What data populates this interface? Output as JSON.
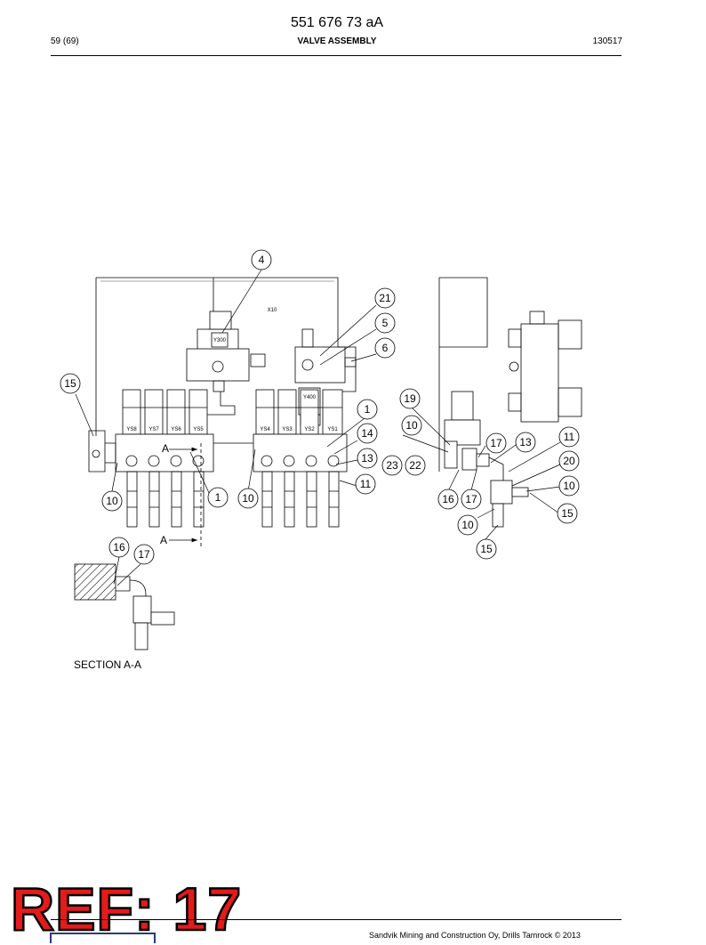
{
  "header": {
    "doc_number": "551 676 73 aA",
    "page_label": "59 (69)",
    "title": "VALVE ASSEMBLY",
    "date": "130517"
  },
  "drawing": {
    "callouts": {
      "c4": "4",
      "c21": "21",
      "c5": "5",
      "c6": "6",
      "c15a": "15",
      "c19": "19",
      "c1a": "1",
      "c10a": "10",
      "c14": "14",
      "c13a": "13",
      "c17a": "17",
      "c13b": "13",
      "c11a": "11",
      "c20": "20",
      "c23": "23",
      "c22": "22",
      "c11b": "11",
      "c10b": "10",
      "c1b": "1",
      "c10c": "10",
      "c16a": "16",
      "c17b": "17",
      "c10d": "10",
      "c15b": "15",
      "c10e": "10",
      "c15c": "15",
      "c16b": "16",
      "c17c": "17"
    },
    "valve_tags": {
      "ys8": "YS8",
      "ys7": "YS7",
      "ys6": "YS6",
      "ys5": "YS5",
      "ys4": "YS4",
      "ys3": "YS3",
      "ys2": "YS2",
      "ys1": "YS1",
      "y300": "Y300",
      "y400": "Y400",
      "x10": "X10"
    },
    "section_marks": {
      "a_top": "A",
      "a_bottom": "A"
    },
    "section_label": "SECTION A-A"
  },
  "stamp": {
    "text": "REF: 17"
  },
  "footer": {
    "copyright": "Sandvik Mining and Construction Oy, Drills Tamrock © 2013"
  }
}
